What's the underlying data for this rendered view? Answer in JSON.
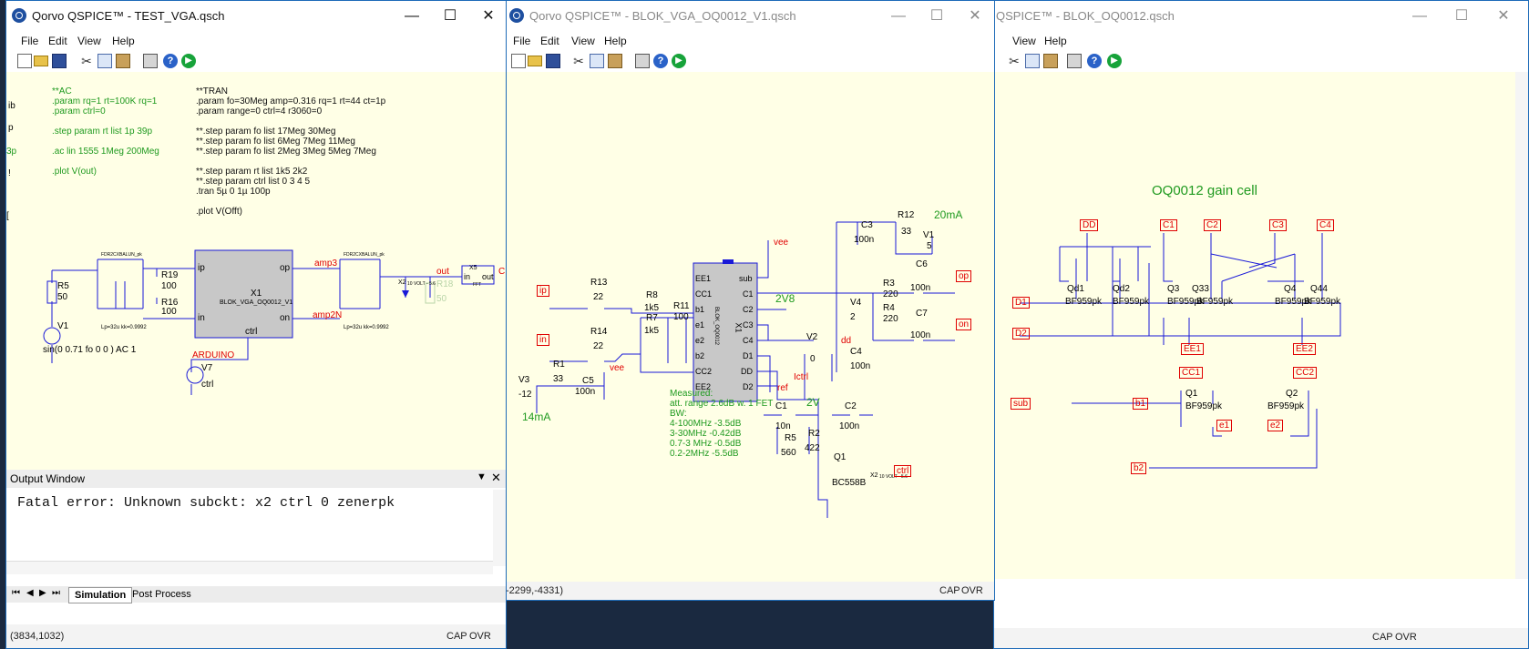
{
  "windows": {
    "test_vga": {
      "title": "Qorvo QSPICE™ - TEST_VGA.qsch",
      "menu": [
        "File",
        "Edit",
        "View",
        "Help"
      ],
      "ac_block": [
        "**AC",
        ".param rq=1  rt=100K rq=1",
        ".param  ctrl=0",
        ".step param rt  list  1p  39p",
        ".ac lin  1555  1Meg 200Meg",
        ".plot V(out)"
      ],
      "tran_block": [
        "**TRAN",
        ".param  fo=30Meg   amp=0.316  rq=1  rt=44 ct=1p",
        ".param range=0  ctrl=4  r3060=0",
        "**.step param fo list  17Meg  30Meg",
        "**.step param fo list  6Meg  7Meg  11Meg",
        "**.step param fo list  2Meg  3Meg  5Meg  7Meg",
        "**.step param rt list    1k5  2k2",
        "**.step param ctrl list  0 3 4  5",
        ".tran 5µ 0 1µ  100p",
        ".plot V(Offt)"
      ],
      "edge_labels": [
        "ib",
        "p",
        "3p",
        "!",
        "["
      ],
      "labels": {
        "r5": "R5",
        "r5v": "50",
        "v1": "V1",
        "v1_src": "sin(0 0.71 fo 0 0 ) AC 1",
        "r19": "R19",
        "r19v": "100",
        "r16": "R16",
        "r16v": "100",
        "t1": "FDR2CXBALUN_pk",
        "t1_spec": "Lp=32u kk=0.9992",
        "t2": "FDR2CXBALUN_pk",
        "t2_spec": "Lp=32u kk=0.9992",
        "x1": "X1",
        "x1_name": "BLOK_VGA_OQ0012_V1",
        "x1_ip": "ip",
        "x1_in": "in",
        "x1_op": "op",
        "x1_on": "on",
        "x1_ctrl": "ctrl",
        "amp3": "amp3",
        "amp2n": "amp2N",
        "arduino": "ARDUINO",
        "v7": "V7",
        "v7n": "ctrl",
        "x2": "X2",
        "x2_spec": "10 VOLT - 5.6",
        "r18": "R18",
        "r18v": "50",
        "out": "out",
        "x5": "X5",
        "x5_in": "in",
        "x5_out": "out",
        "x5_fft": "FFT",
        "c": "C"
      },
      "output_window": {
        "title": "Output Window",
        "message": "Fatal error: Unknown subckt: x2 ctrl 0 zenerpk",
        "tabs": [
          "Simulation",
          "Post Process"
        ]
      },
      "status": {
        "coords": "(3834,1032)",
        "cap": "CAP",
        "ovr": "OVR"
      }
    },
    "blok_vga": {
      "title": "Qorvo QSPICE™ - BLOK_VGA_OQ0012_V1.qsch",
      "menu": [
        "File",
        "Edit",
        "View",
        "Help"
      ],
      "labels": {
        "ip": "ip",
        "in": "in",
        "r13": "R13",
        "r13v": "22",
        "r14": "R14",
        "r14v": "22",
        "r8": "R8",
        "r8v": "1k5",
        "r7": "R7",
        "r7v": "1k5",
        "r11": "R11",
        "r11v": "100",
        "x1": "X1",
        "x1_sub": "BLOK_OQ0012",
        "pins_left": [
          "EE1",
          "CC1",
          "b1",
          "e1",
          "e2",
          "b2",
          "CC2",
          "EE2"
        ],
        "pins_right": [
          "sub",
          "C1",
          "C2",
          "C3",
          "C4",
          "D1",
          "DD",
          "D2"
        ],
        "vee": "vee",
        "vee2": "vee",
        "v3": "V3",
        "v3v": "-12",
        "r1": "R1",
        "r1v": "33",
        "c5": "C5",
        "c5v": "100n",
        "i14": "14mA",
        "c3": "C3",
        "c3v": "100n",
        "r12": "R12",
        "r12v": "33",
        "i20": "20mA",
        "v1": "V1",
        "v1v": "5",
        "r3": "R3",
        "r3v": "220",
        "r4": "R4",
        "r4v": "220",
        "v4": "V4",
        "v4v": "2",
        "v28": "2V8",
        "c6": "C6",
        "c6v": "100n",
        "c7": "C7",
        "c7v": "100n",
        "op": "op",
        "on": "on",
        "v2": "V2",
        "v2v": "0",
        "dd": "dd",
        "c4": "C4",
        "c4v": "100n",
        "ref": "ref",
        "ictrl": "Ictrl",
        "v2v_lbl": "2V",
        "c1": "C1",
        "c1v": "10n",
        "c2": "C2",
        "c2v": "100n",
        "r5": "R5",
        "r5v": "560",
        "r2": "R2",
        "r2v": "422",
        "q1": "Q1",
        "q1m": "BC558B",
        "x2": "X2",
        "x2_spec": "10 VOLT - 5.6",
        "ctrl": "ctrl"
      },
      "measured": [
        "Measured:",
        "att. range 2.6dB w. 1 FET",
        "BW:",
        "4-100MHz  -3.5dB",
        "3-30MHz -0.42dB",
        "0.7-3 MHz -0.5dB",
        "0.2-2MHz  -5.5dB"
      ],
      "status": {
        "coords": "-2299,-4331)",
        "cap": "CAP",
        "ovr": "OVR"
      }
    },
    "blok_oq": {
      "title": "QSPICE™ - BLOK_OQ0012.qsch",
      "menu": [
        "View",
        "Help"
      ],
      "heading": "OQ0012 gain cell",
      "labels": {
        "dd": "DD",
        "c1": "C1",
        "c2": "C2",
        "c3": "C3",
        "c4": "C4",
        "qd1": "Qd1",
        "qd2": "Qd2",
        "q3": "Q3",
        "q33": "Q33",
        "q4": "Q4",
        "q44": "Q44",
        "bf": "BF959pk",
        "d1": "D1",
        "d2": "D2",
        "ee1": "EE1",
        "ee2": "EE2",
        "cc1": "CC1",
        "cc2": "CC2",
        "sub": "sub",
        "b1": "b1",
        "e1": "e1",
        "b2": "b2",
        "e2": "e2",
        "q1": "Q1",
        "q2": "Q2"
      },
      "status": {
        "cap": "CAP",
        "ovr": "OVR"
      }
    }
  },
  "colors": {
    "wire": "#1a1ad8",
    "net_label": "#e00000",
    "comment": "#1f9a1f",
    "text": "#000000",
    "canvas": "#ffffe6"
  }
}
